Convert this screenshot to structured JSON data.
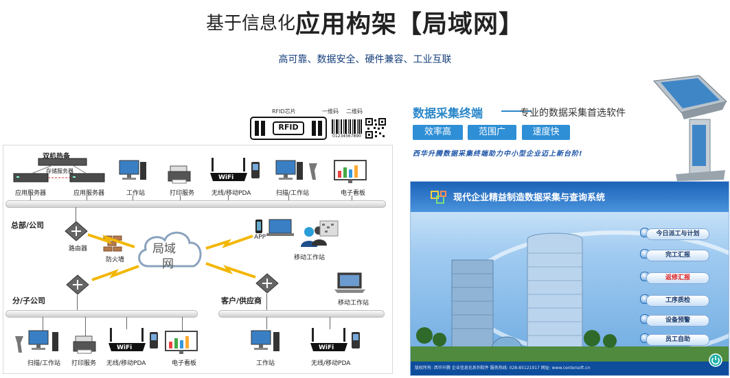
{
  "header": {
    "title_prefix": "基于信息化",
    "title_bold": "应用构架【局域网】",
    "subtitle": "高可靠、数据安全、硬件兼容、工业互联"
  },
  "codes": {
    "rfid_label": "RFID芯片",
    "rfid_chip_text": "RFID",
    "barcode_label": "一维码",
    "qrcode_label": "二维码",
    "barcode_number": "01234567890"
  },
  "hq": {
    "section": "总部/公司",
    "hot_standby": "双机热备",
    "storage_server": "存储服务器",
    "devices": [
      {
        "label": "应用服务器"
      },
      {
        "label": "应用服务器"
      },
      {
        "label": "工作站"
      },
      {
        "label": "打印服务"
      },
      {
        "label": "无线/移动PDA"
      },
      {
        "label": "扫描/工作站"
      },
      {
        "label": "电子看板"
      }
    ],
    "router": "路由器",
    "firewall": "防火墙"
  },
  "cloud": {
    "line1": "局域",
    "line2": "网"
  },
  "mobile": {
    "app": "APP",
    "mobile_ws": "移动工作站"
  },
  "branch": {
    "section": "分/子公司",
    "devices": [
      {
        "label": "扫描/工作站"
      },
      {
        "label": "打印服务"
      },
      {
        "label": "无线/移动PDA"
      },
      {
        "label": "电子看板"
      }
    ]
  },
  "customer": {
    "section": "客户/供应商",
    "mobile_ws": "移动工作站",
    "devices": [
      {
        "label": "工作站"
      },
      {
        "label": "无线/移动PDA"
      }
    ]
  },
  "wifi_text": "WiFi",
  "data_terminal": {
    "title": "数据采集终端",
    "desc": "专业的数据采集首选软件",
    "tags": [
      "效率高",
      "范围广",
      "速度快"
    ],
    "slogan": "西华升腾数据采集终端助力中小型企业迈上新台阶!"
  },
  "screen": {
    "title": "现代企业精益制造数据采集与查询系统",
    "menu": [
      {
        "label": "今日派工与计划",
        "hot": false
      },
      {
        "label": "完工汇报",
        "hot": false
      },
      {
        "label": "返修汇报",
        "hot": true
      },
      {
        "label": "工序质检",
        "hot": false
      },
      {
        "label": "设备预警",
        "hot": false
      },
      {
        "label": "员工自助",
        "hot": false
      }
    ],
    "footer": "版权所有: 西华升腾  企业信息化系列软件    服务热线: 028-85121917  网址: www.centersoft.cn"
  },
  "colors": {
    "accent": "#2a87c9",
    "tag_bg": "#2f8fd6",
    "lightning": "#f2b705",
    "dark_blue": "#143d7a"
  }
}
